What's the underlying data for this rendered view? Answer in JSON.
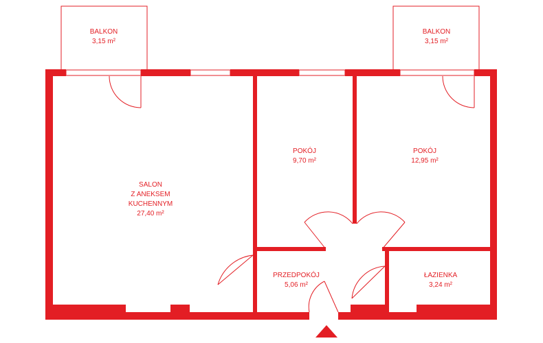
{
  "colors": {
    "wall": "#e31e24",
    "background": "#ffffff"
  },
  "rooms": {
    "balkon_left": {
      "name": "BALKON",
      "area": "3,15 m²"
    },
    "balkon_right": {
      "name": "BALKON",
      "area": "3,15 m²"
    },
    "salon": {
      "name_lines": [
        "SALON",
        "Z ANEKSEM",
        "KUCHENNYM"
      ],
      "area": "27,40 m²"
    },
    "pokoj_1": {
      "name": "POKÓJ",
      "area": "9,70 m²"
    },
    "pokoj_2": {
      "name": "POKÓJ",
      "area": "12,95 m²"
    },
    "przedpokoj": {
      "name": "PRZEDPOKÓJ",
      "area": "5,06 m²"
    },
    "lazienka": {
      "name": "ŁAZIENKA",
      "area": "3,24 m²"
    }
  },
  "entrance": {
    "icon": "entrance-arrow-icon"
  }
}
